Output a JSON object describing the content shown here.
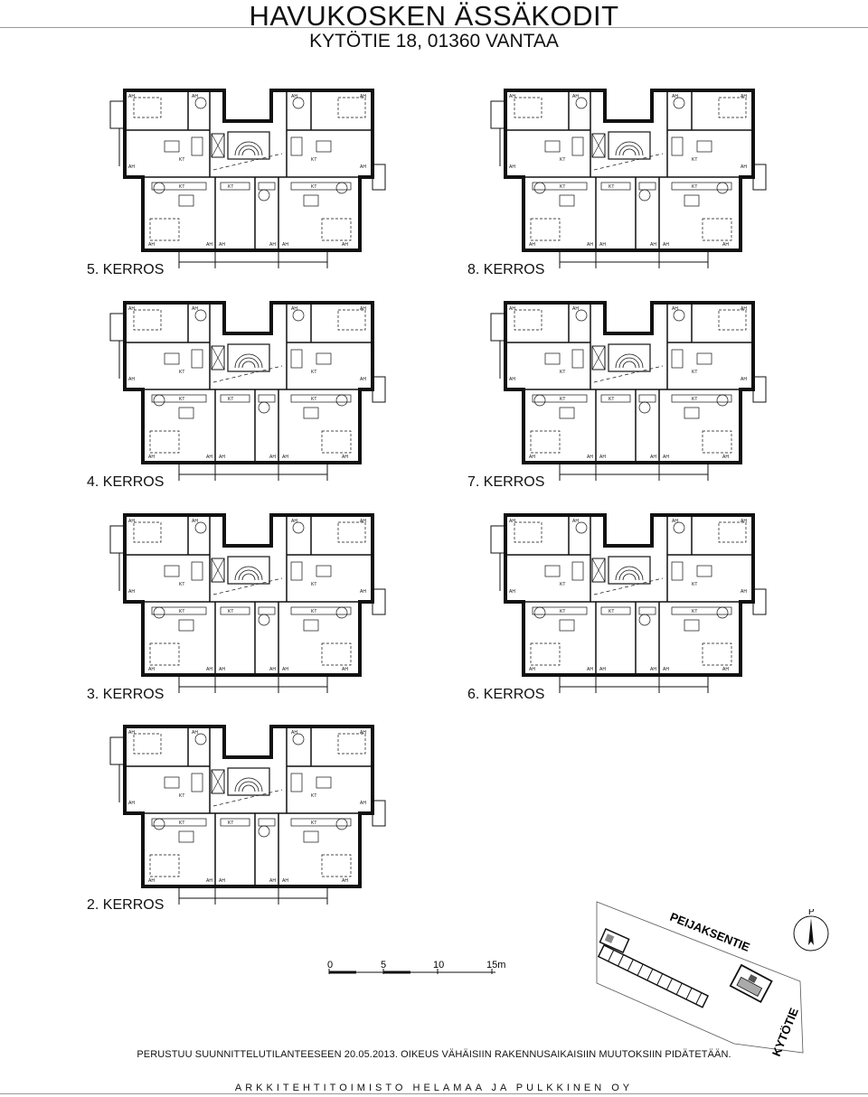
{
  "header": {
    "title": "HAVUKOSKEN ÄSSÄKODIT",
    "address": "KYTÖTIE  18, 01360 VANTAA"
  },
  "floors": [
    {
      "id": "floor-5",
      "label": "5. KERROS"
    },
    {
      "id": "floor-8",
      "label": "8. KERROS"
    },
    {
      "id": "floor-4",
      "label": "4. KERROS"
    },
    {
      "id": "floor-7",
      "label": "7. KERROS"
    },
    {
      "id": "floor-3",
      "label": "3. KERROS"
    },
    {
      "id": "floor-6",
      "label": "6. KERROS"
    },
    {
      "id": "floor-2",
      "label": "2. KERROS"
    }
  ],
  "room_codes": {
    "living": "AH",
    "kitchen": "KT"
  },
  "scale_bar": {
    "ticks": [
      "0",
      "5",
      "10",
      "15m"
    ]
  },
  "site_plan": {
    "street_top": "PEIJAKSENTIE",
    "street_right": "KYTÖTIE",
    "north": "P"
  },
  "note": "PERUSTUU SUUNNITTELUTILANTEESEEN 20.05.2013. OIKEUS VÄHÄISIIN RAKENNUSAIKAISIIN MUUTOKSIIN PIDÄTETÄÄN.",
  "footer": "ARKKITEHTITOIMISTO HELAMAA JA PULKKINEN OY"
}
